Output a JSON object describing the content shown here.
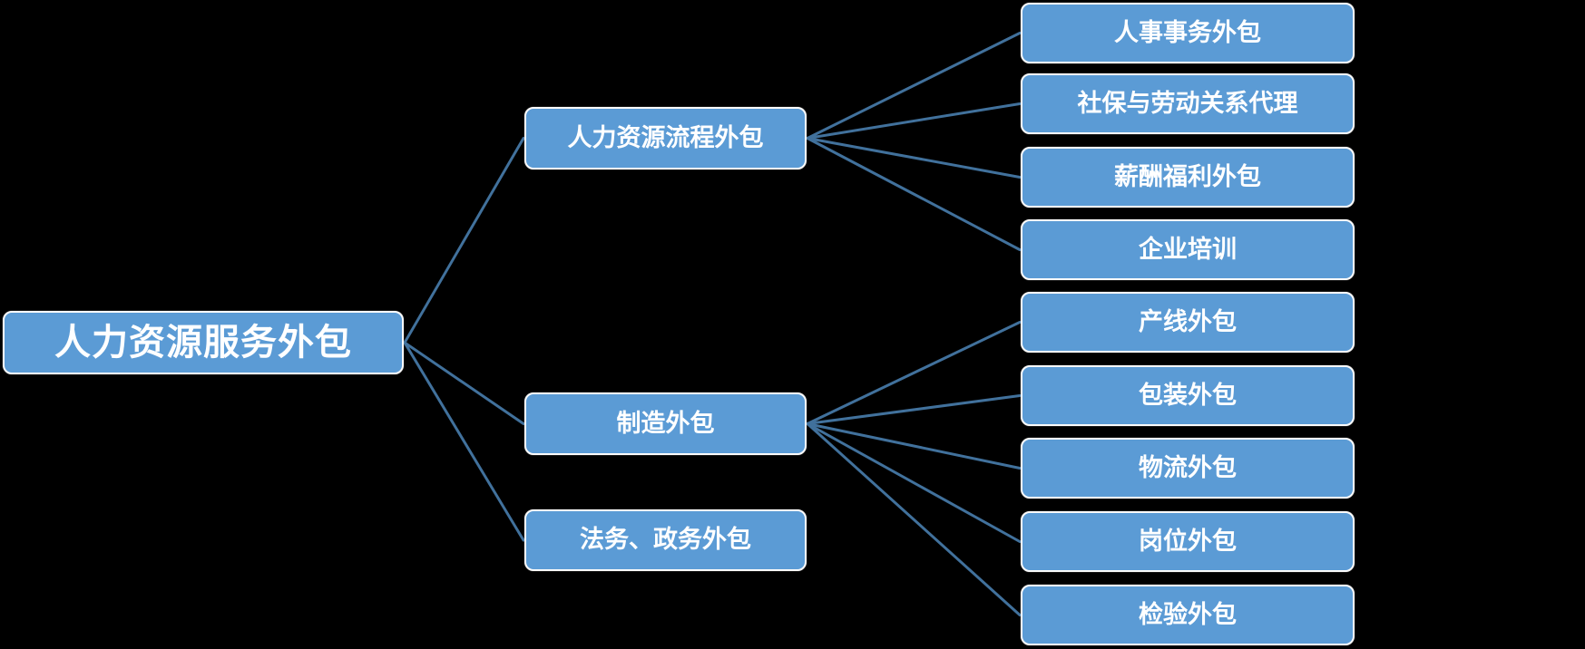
{
  "diagram": {
    "type": "tree",
    "direction": "left-to-right",
    "colors": {
      "background": "#000000",
      "node_fill": "#5B9BD5",
      "node_border": "#FBFBFB",
      "node_text": "#FFFFFF",
      "connector": "#41719C"
    },
    "connector_width": 3,
    "root": {
      "id": "root",
      "label": "人力资源服务外包"
    },
    "branches": [
      {
        "id": "hr-process",
        "label": "人力资源流程外包",
        "children": [
          {
            "id": "personnel-affairs",
            "label": "人事事务外包"
          },
          {
            "id": "social-security-agency",
            "label": "社保与劳动关系代理"
          },
          {
            "id": "payroll-benefits",
            "label": "薪酬福利外包"
          },
          {
            "id": "corporate-training",
            "label": "企业培训"
          }
        ]
      },
      {
        "id": "manufacturing",
        "label": "制造外包",
        "children": [
          {
            "id": "production-line",
            "label": "产线外包"
          },
          {
            "id": "packaging",
            "label": "包装外包"
          },
          {
            "id": "logistics",
            "label": "物流外包"
          },
          {
            "id": "position",
            "label": "岗位外包"
          },
          {
            "id": "inspection",
            "label": "检验外包"
          }
        ]
      },
      {
        "id": "legal-gov",
        "label": "法务、政务外包",
        "children": []
      }
    ]
  }
}
